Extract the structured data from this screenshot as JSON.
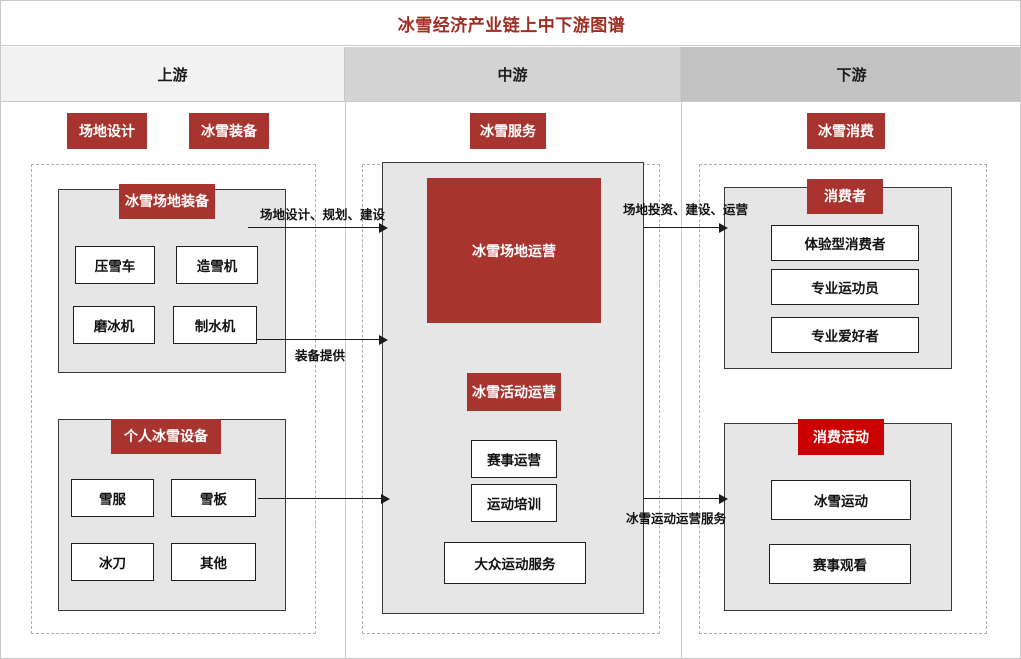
{
  "title": "冰雪经济产业链上中下游图谱",
  "columns": [
    {
      "label": "上游"
    },
    {
      "label": "中游"
    },
    {
      "label": "下游"
    }
  ],
  "upstream": {
    "chips": [
      {
        "label": "场地设计"
      },
      {
        "label": "冰雪装备"
      }
    ],
    "groups": [
      {
        "title": "冰雪场地装备",
        "items": [
          "压雪车",
          "造雪机",
          "磨冰机",
          "制水机"
        ]
      },
      {
        "title": "个人冰雪设备",
        "items": [
          "雪服",
          "雪板",
          "冰刀",
          "其他"
        ]
      }
    ]
  },
  "midstream": {
    "chips": [
      {
        "label": "冰雪服务"
      }
    ],
    "main_block": "冰雪场地运营",
    "groups": [
      {
        "title": "冰雪活动运营",
        "items": [
          "赛事运营",
          "运动培训",
          "大众运动服务"
        ]
      }
    ]
  },
  "downstream": {
    "chips": [
      {
        "label": "冰雪消费"
      }
    ],
    "groups": [
      {
        "title": "消费者",
        "items": [
          "体验型消费者",
          "专业运功员",
          "专业爱好者"
        ]
      },
      {
        "title": "消费活动",
        "items": [
          "冰雪运动",
          "赛事观看"
        ]
      }
    ]
  },
  "arrows": [
    {
      "label": "场地设计、规划、建设"
    },
    {
      "label": "装备提供"
    },
    {
      "label": "场地投资、建设、运营"
    },
    {
      "label": "冰雪运动运营服务"
    },
    {
      "label": ""
    }
  ],
  "colors": {
    "title_red": "#a02c22",
    "chip_red": "#a83430",
    "bright_red": "#cc0000",
    "panel_gray": "#e6e6e6",
    "header_gray_1": "#f2f2f2",
    "header_gray_2": "#d3d3d3",
    "header_gray_3": "#c2c2c2",
    "dashed_border": "#aeaeae",
    "box_border": "#1f1f1f"
  }
}
